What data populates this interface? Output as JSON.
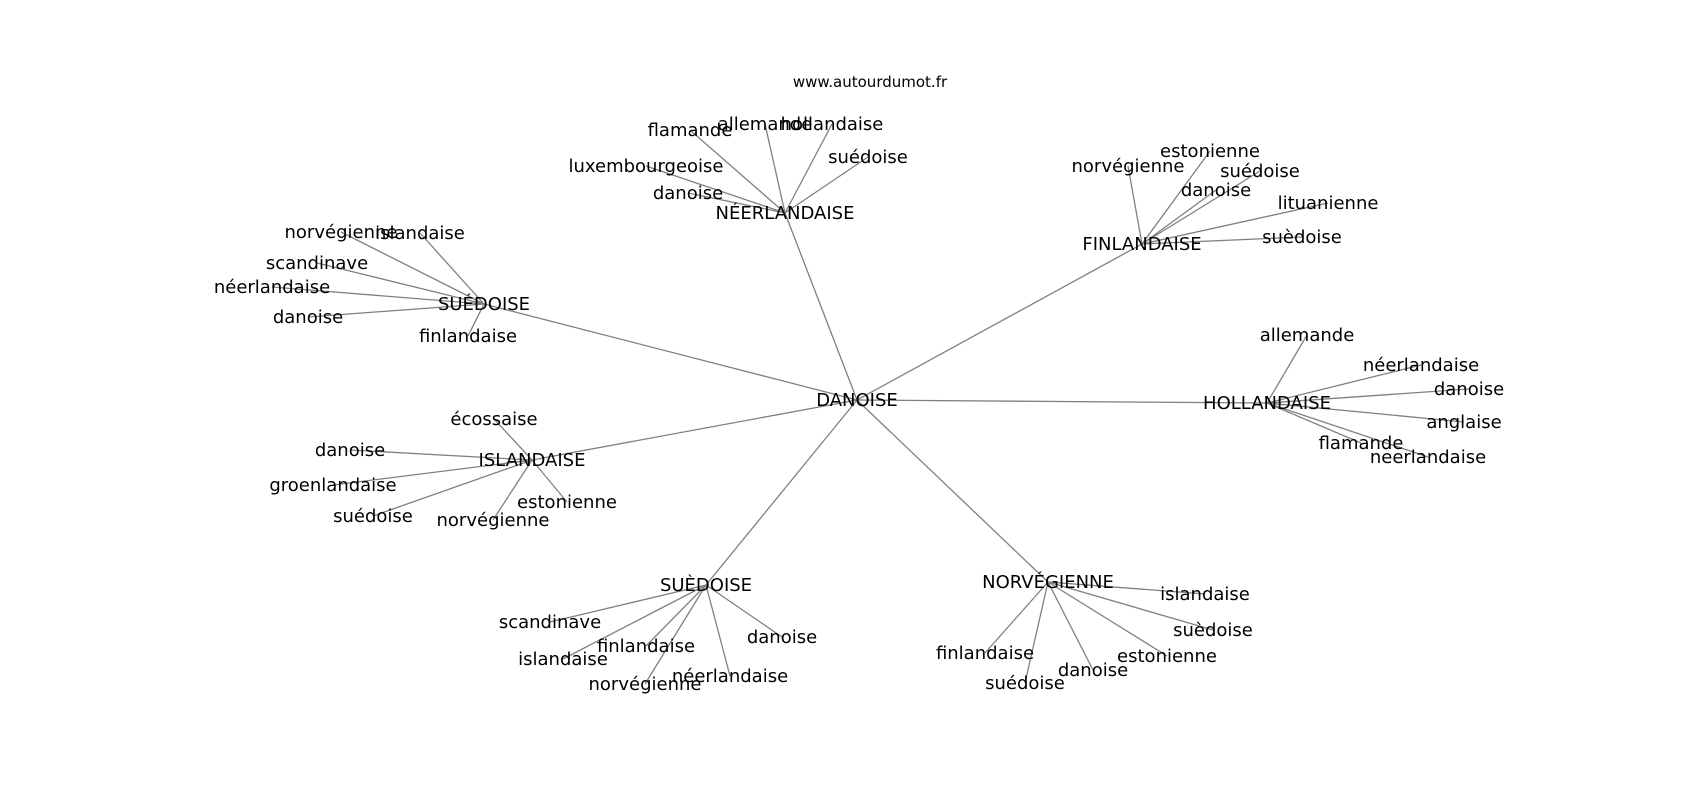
{
  "watermark": "www.autourdumot.fr",
  "graph": {
    "center": "DANOISE",
    "clusters": [
      {
        "label": "NÉERLANDAISE",
        "leaves": [
          "flamande",
          "allemande",
          "hollandaise",
          "suédoise",
          "luxembourgeoise",
          "danoise"
        ]
      },
      {
        "label": "FINLANDAISE",
        "leaves": [
          "norvégienne",
          "estonienne",
          "suédoise",
          "danoise",
          "lituanienne",
          "suèdoise"
        ]
      },
      {
        "label": "SUÉDOISE",
        "leaves": [
          "norvégienne",
          "islandaise",
          "scandinave",
          "néerlandaise",
          "danoise",
          "finlandaise"
        ]
      },
      {
        "label": "HOLLANDAISE",
        "leaves": [
          "allemande",
          "néerlandaise",
          "danoise",
          "anglaise",
          "flamande",
          "neerlandaise"
        ]
      },
      {
        "label": "ISLANDAISE",
        "leaves": [
          "écossaise",
          "danoise",
          "groenlandaise",
          "suédoise",
          "norvégienne",
          "estonienne"
        ]
      },
      {
        "label": "SUÈDOISE",
        "leaves": [
          "scandinave",
          "islandaise",
          "finlandaise",
          "norvégienne",
          "néerlandaise",
          "danoise"
        ]
      },
      {
        "label": "NORVÉGIENNE",
        "leaves": [
          "islandaise",
          "suèdoise",
          "estonienne",
          "danoise",
          "suédoise",
          "finlandaise"
        ]
      }
    ]
  }
}
